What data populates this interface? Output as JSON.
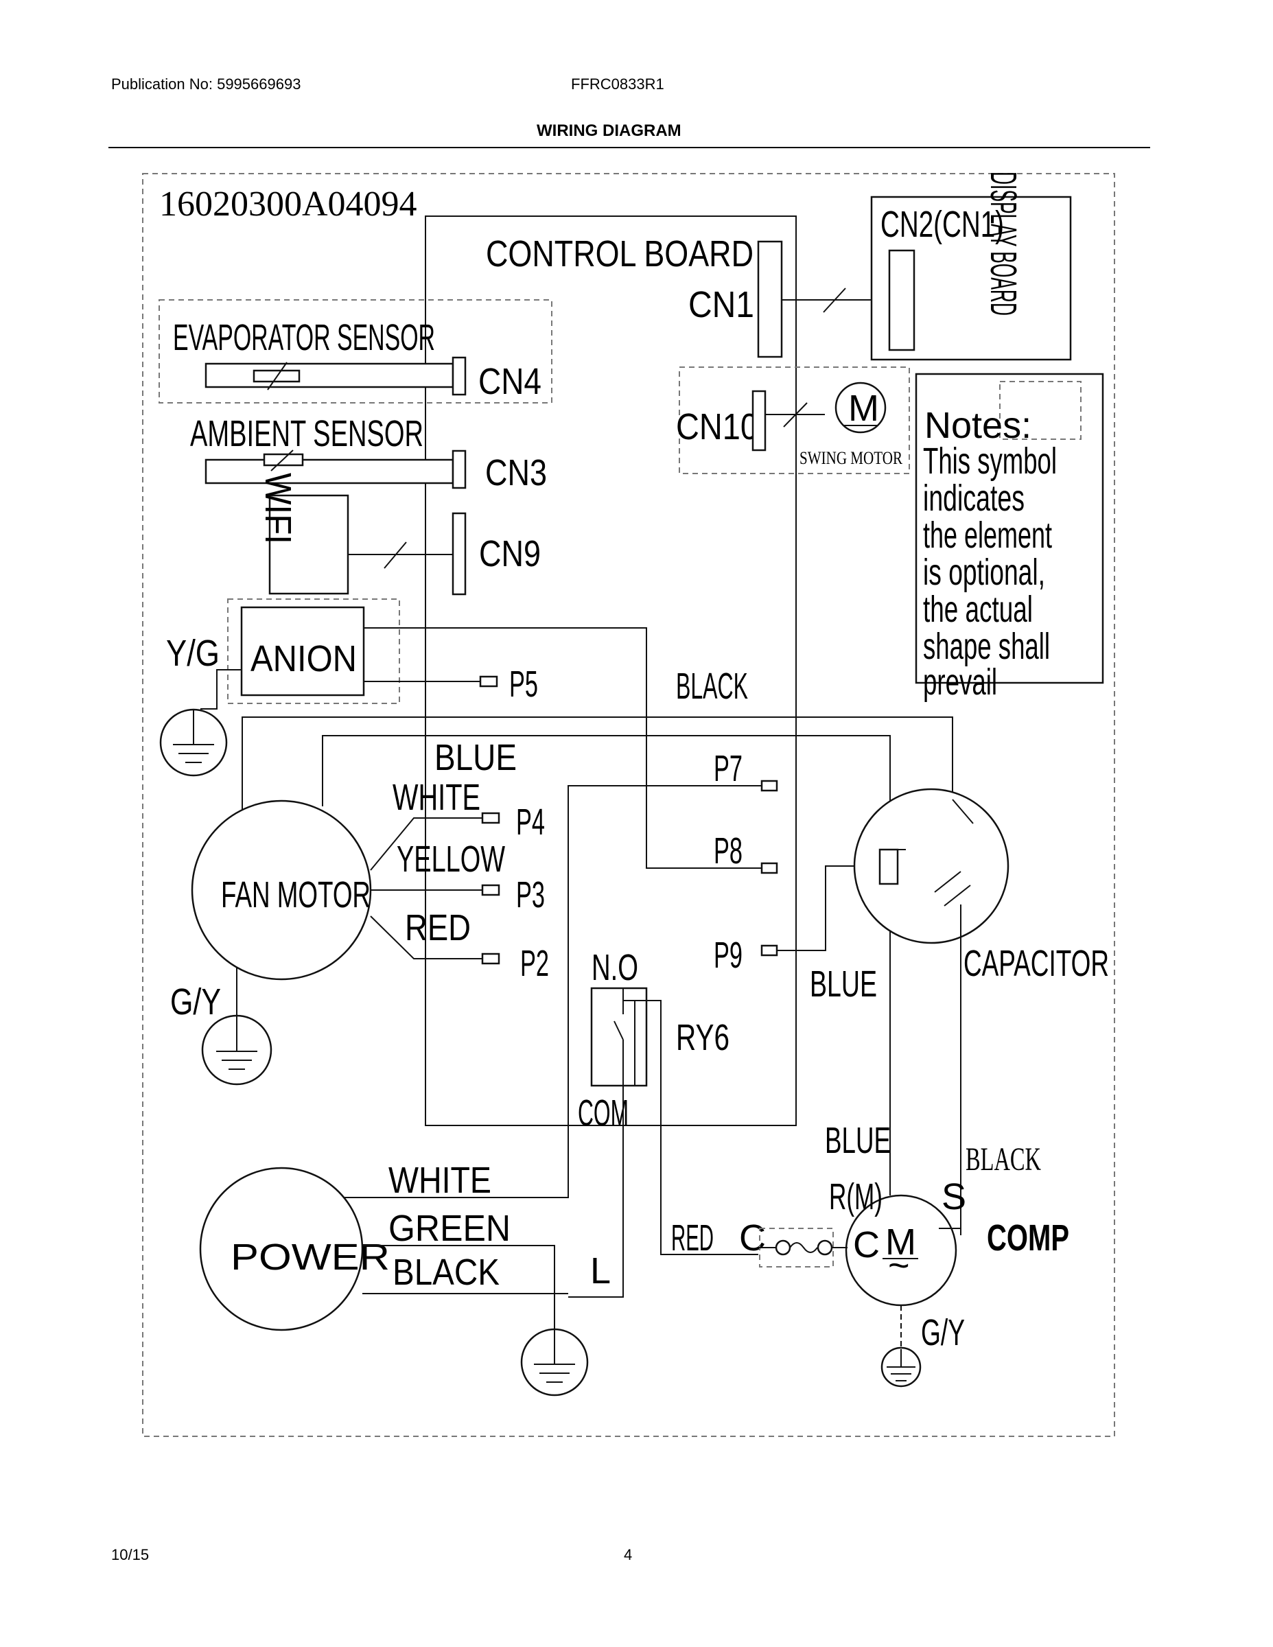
{
  "header": {
    "publication": "Publication No: 5995669693",
    "model": "FFRC0833R1",
    "title": "WIRING DIAGRAM"
  },
  "footer": {
    "date": "10/15",
    "page": "4"
  },
  "diagram": {
    "part_number": "16020300A04094",
    "control_board": "CONTROL BOARD",
    "display_board": "DISPLAY BOARD",
    "connectors": {
      "cn1": "CN1",
      "cn2": "CN2(CN1)",
      "cn3": "CN3",
      "cn4": "CN4",
      "cn9": "CN9",
      "cn10": "CN10",
      "p2": "P2",
      "p3": "P3",
      "p4": "P4",
      "p5": "P5",
      "p7": "P7",
      "p8": "P8",
      "p9": "P9"
    },
    "components": {
      "evaporator_sensor": "EVAPORATOR SENSOR",
      "ambient_sensor": "AMBIENT SENSOR",
      "wifi": "WIFI",
      "anion": "ANION",
      "swing_motor": "SWING MOTOR",
      "swing_motor_symbol": "M",
      "fan_motor": "FAN MOTOR",
      "capacitor": "CAPACITOR",
      "power": "POWER",
      "comp": "COMP",
      "comp_symbol": "M",
      "comp_tilde": "~",
      "relay": "RY6",
      "relay_no": "N.O",
      "relay_com": "COM"
    },
    "wires": {
      "black_top": "BLACK",
      "blue_top": "BLUE",
      "white_fan": "WHITE",
      "yellow_fan": "YELLOW",
      "red_fan": "RED",
      "blue_cap": "BLUE",
      "blue_comp": "BLUE",
      "black_comp": "BLACK",
      "white_power": "WHITE",
      "green_power": "GREEN",
      "black_power": "BLACK",
      "red_comp": "RED",
      "yg_anion": "Y/G",
      "gy_fan": "G/Y",
      "gy_comp": "G/Y",
      "l_label": "L",
      "r_m": "R(M)",
      "s": "S",
      "c_left": "C",
      "c_right": "C"
    },
    "notes": {
      "title": "Notes:",
      "lines": [
        "This symbol",
        "indicates",
        "the element",
        "is optional,",
        "the actual",
        "shape shall",
        "prevail"
      ]
    }
  }
}
